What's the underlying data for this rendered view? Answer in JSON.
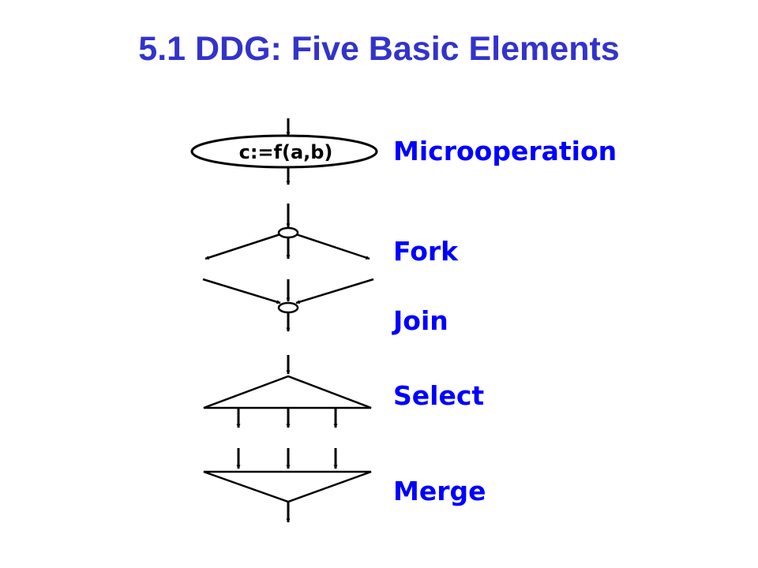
{
  "slide": {
    "title": "5.1  DDG: Five Basic Elements"
  },
  "elements": {
    "microoperation": {
      "node_text": "c:=f(a,b)",
      "label": "Microoperation"
    },
    "fork": {
      "label": "Fork"
    },
    "join": {
      "label": "Join"
    },
    "select": {
      "label": "Select"
    },
    "merge": {
      "label": "Merge"
    }
  },
  "colors": {
    "title": "#3333cc",
    "label": "#0000ff",
    "stroke": "#000000"
  }
}
